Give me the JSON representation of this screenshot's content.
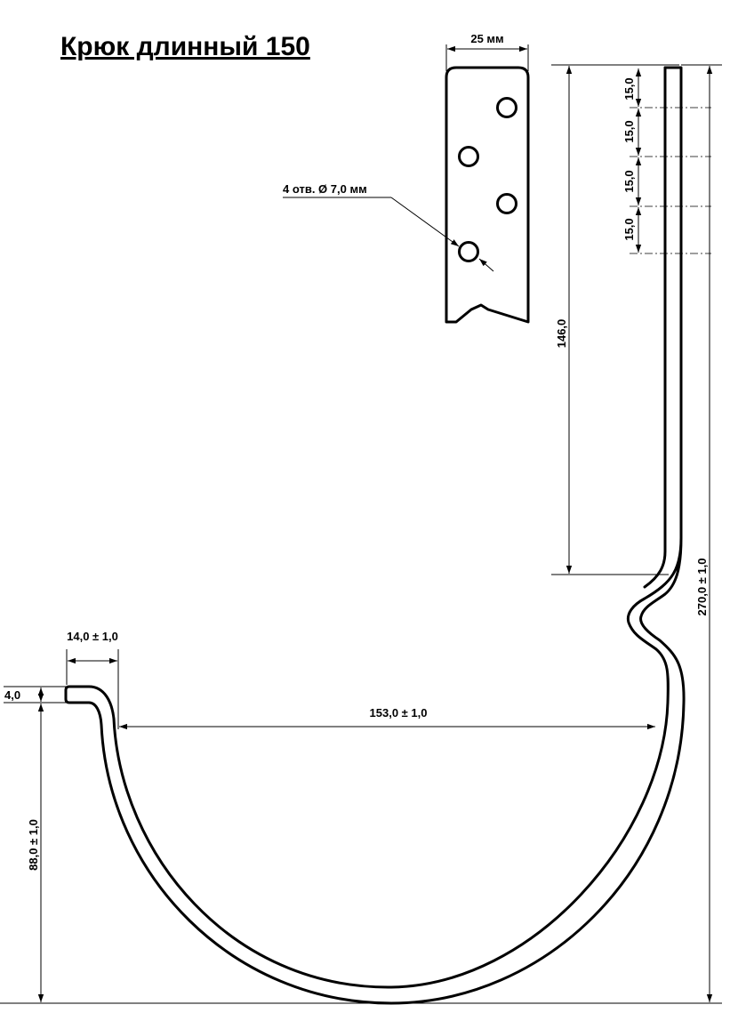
{
  "title": "Крюк длинный 150",
  "strip": {
    "width_label": "25 мм",
    "holes_label": "4 отв. Ø  7,0 мм"
  },
  "dimensions": {
    "hole_pitch_1": "15,0",
    "hole_pitch_2": "15,0",
    "hole_pitch_3": "15,0",
    "hole_pitch_4": "15,0",
    "shank_length": "146,0",
    "total_height": "270,0 ± 1,0",
    "lip_length": "14,0 ± 1,0",
    "lip_height": "4,0",
    "inner_width": "153,0 ± 1,0",
    "cup_depth": "88,0 ± 1,0"
  }
}
